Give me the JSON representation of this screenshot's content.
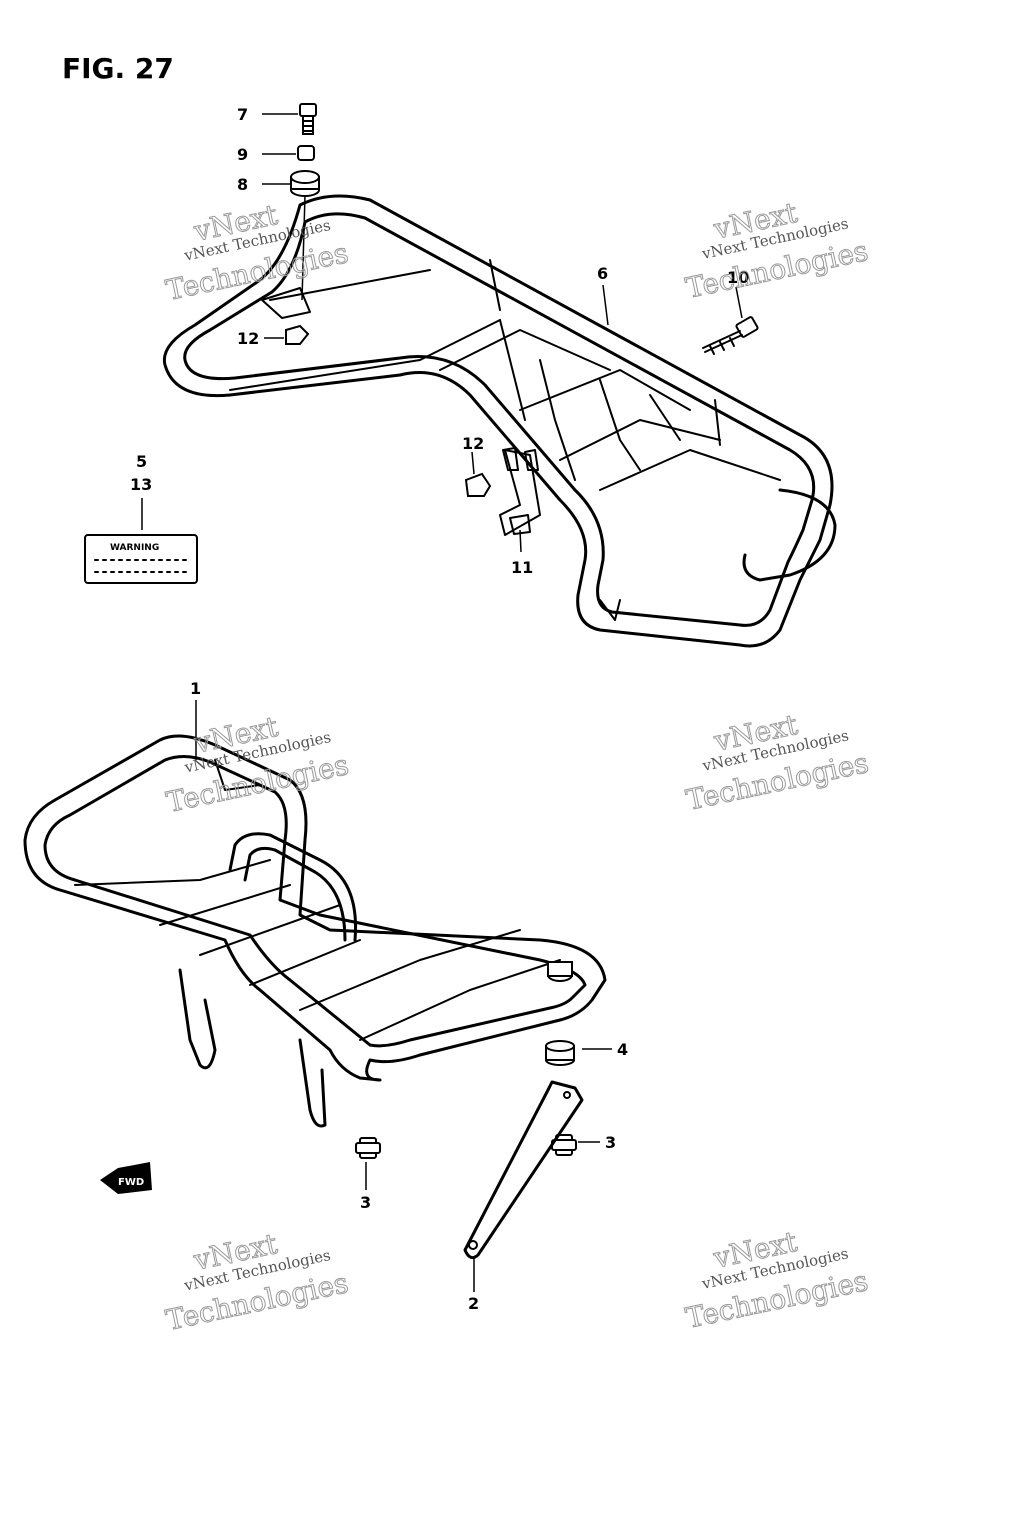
{
  "figure": {
    "title": "FIG. 27"
  },
  "callouts": {
    "c7": "7",
    "c9": "9",
    "c8": "8",
    "c12a": "12",
    "c6": "6",
    "c10": "10",
    "c12b": "12",
    "c11": "11",
    "c5": "5",
    "c13": "13",
    "c1": "1",
    "c4": "4",
    "c3a": "3",
    "c3b": "3",
    "c2": "2"
  },
  "warning_label": {
    "text": "WARNING"
  },
  "forward_marker": {
    "text": "FWD"
  },
  "watermarks": {
    "line1": "vNext Technologies",
    "line2": "vNext",
    "line3": "Technologies"
  }
}
